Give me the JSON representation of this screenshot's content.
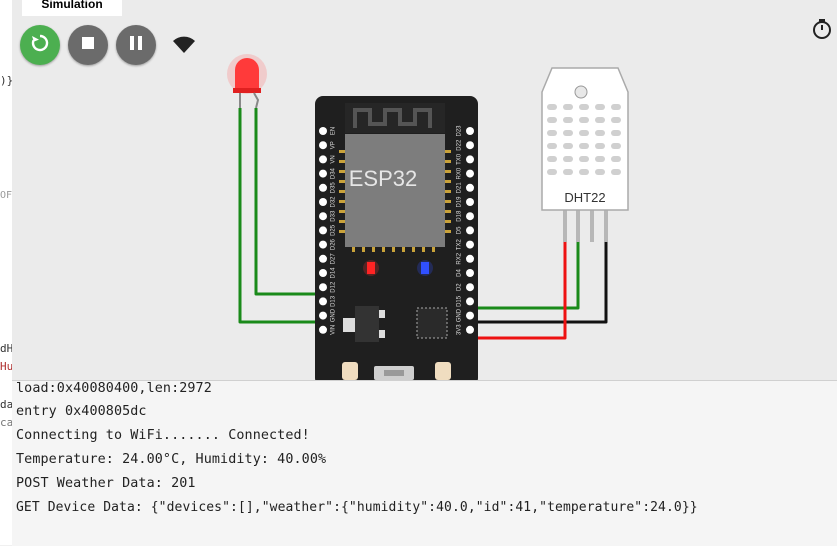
{
  "tab": {
    "label": "Simulation"
  },
  "toolbar": {
    "restart_icon": "restart-icon",
    "stop_icon": "stop-icon",
    "pause_icon": "pause-icon",
    "wifi_icon": "wifi-icon",
    "timer_icon": "stopwatch-icon",
    "restart_color": "#4caf50",
    "button_color": "#6b6b6b"
  },
  "left_fragments": [
    ")}",
    "OF",
    "dH",
    "Hu",
    "da",
    "ca"
  ],
  "board": {
    "chip_label": "ESP32",
    "left_pins": [
      "EN",
      "VP",
      "VN",
      "D34",
      "D35",
      "D32",
      "D33",
      "D25",
      "D26",
      "D27",
      "D14",
      "D12",
      "D13",
      "GND",
      "VIN"
    ],
    "right_pins": [
      "D23",
      "D22",
      "TX0",
      "RX0",
      "D21",
      "D19",
      "D18",
      "D5",
      "TX2",
      "RX2",
      "D4",
      "D2",
      "D15",
      "GND",
      "3V3"
    ]
  },
  "sensor": {
    "label": "DHT22"
  },
  "console": {
    "lines": [
      "load:0x40080400,len:2972",
      "entry 0x400805dc",
      "Connecting to WiFi....... Connected!",
      "Temperature: 24.00°C, Humidity: 40.00%",
      "POST Weather Data: 201",
      "GET Device Data: {\"devices\":[],\"weather\":{\"humidity\":40.0,\"id\":41,\"temperature\":24.0}}"
    ]
  }
}
